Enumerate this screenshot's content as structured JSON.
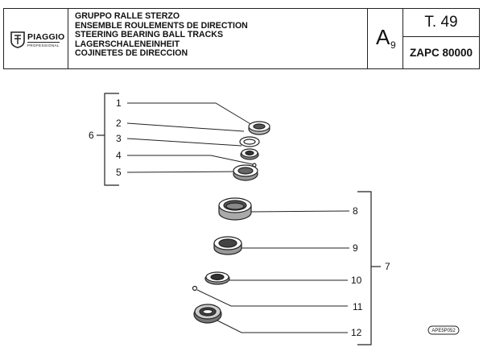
{
  "header": {
    "brand": "PIAGGIO",
    "brand_sub": "PROFESSIONAL",
    "titles": [
      "GRUPPO RALLE STERZO",
      "ENSEMBLE ROULEMENTS DE DIRECTION",
      "STEERING BEARING BALL TRACKS",
      "LAGERSCHALENEINHEIT",
      "COJINETES DE DIRECCION"
    ],
    "section_letter": "A",
    "section_sub": "9",
    "table_ref": "T. 49",
    "model": "ZAPC 80000"
  },
  "diagram": {
    "group_labels": {
      "upper": "6",
      "lower": "7"
    },
    "callouts": [
      "1",
      "2",
      "3",
      "4",
      "5",
      "8",
      "9",
      "10",
      "11",
      "12"
    ],
    "stamp": "APE5P052"
  }
}
